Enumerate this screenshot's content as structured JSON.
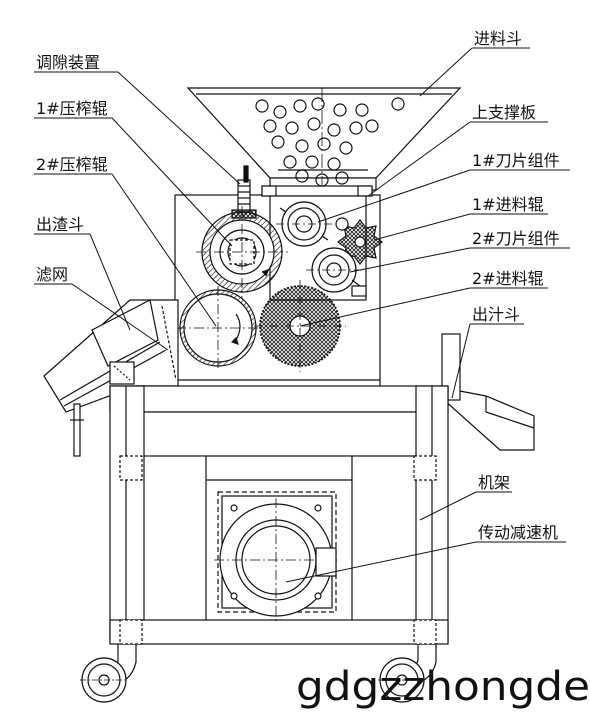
{
  "labels": {
    "hopper": "进料斗",
    "gap_adjuster": "调隙装置",
    "press_roller_1": "1#压榨辊",
    "upper_support_plate": "上支撑板",
    "blade_assembly_1": "1#刀片组件",
    "press_roller_2": "2#压榨辊",
    "feed_roller_1": "1#进料辊",
    "residue_chute": "出渣斗",
    "blade_assembly_2": "2#刀片组件",
    "filter_screen": "滤网",
    "feed_roller_2": "2#进料辊",
    "juice_outlet": "出汁斗",
    "frame": "机架",
    "reducer_motor": "传动减速机"
  },
  "watermark": "gdgzzhongde",
  "colors": {
    "line": "#111111",
    "background": "#ffffff"
  }
}
